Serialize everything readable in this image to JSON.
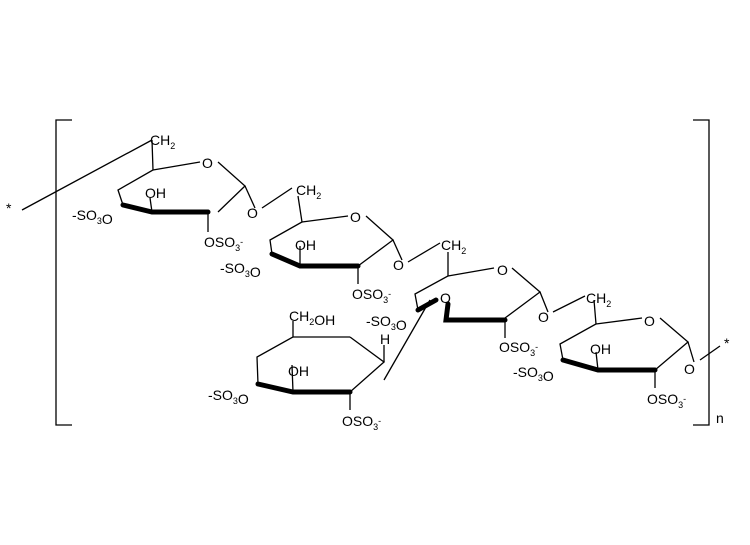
{
  "diagram": {
    "repeat_subscript": "n",
    "end_left": "*",
    "end_right": "*",
    "rings": [
      {
        "id": "ring1",
        "labels": {
          "ring_o": "O",
          "ch2": "CH2",
          "oh": "OH",
          "so3_left": "-SO3O",
          "oso3": "OSO3-"
        }
      },
      {
        "id": "ring2",
        "labels": {
          "ring_o": "O",
          "ch2": "CH2",
          "oh": "OH",
          "so3_left": "-SO3O",
          "oso3": "OSO3-"
        }
      },
      {
        "id": "ring3",
        "labels": {
          "ring_o": "O",
          "ch2": "CH2",
          "o": "O",
          "so3_left": "-SO3O",
          "oso3": "OSO3-"
        }
      },
      {
        "id": "ring4",
        "labels": {
          "ring_o": "O",
          "ch2": "CH2",
          "oh": "OH",
          "so3_left": "-SO3O",
          "oso3": "OSO3-",
          "o_end": "O"
        }
      },
      {
        "id": "ring5",
        "labels": {
          "ch2oh": "CH2OH",
          "oh": "OH",
          "h": "H",
          "so3_left": "-SO3O",
          "oso3": "OSO3-"
        }
      }
    ],
    "linkers": [
      "O",
      "O",
      "O"
    ]
  }
}
